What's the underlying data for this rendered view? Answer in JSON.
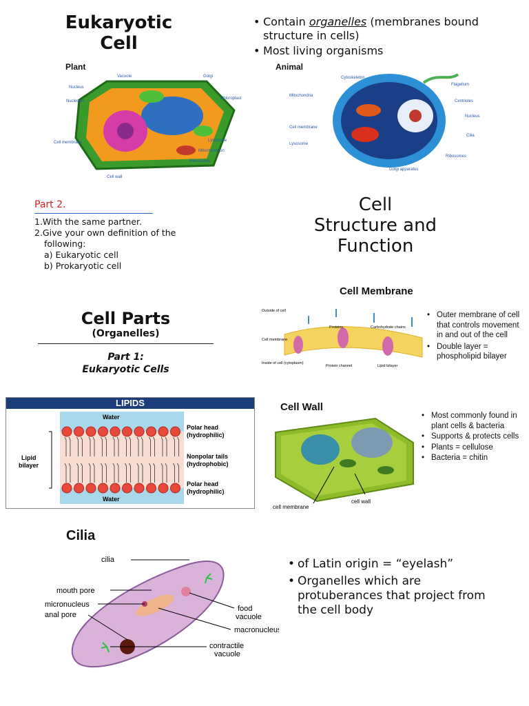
{
  "eukaryotic": {
    "title_line1": "Eukaryotic",
    "title_line2": "Cell",
    "bullets": [
      "Contain organelles (membranes bound structure in cells)",
      "Most living organisms"
    ],
    "plant_title": "Plant",
    "animal_title": "Animal",
    "plant_labels": [
      "Vacuole",
      "Golgi",
      "Nucleus",
      "Nucleolus",
      "Chloroplast",
      "Cell membrane",
      "Lysosome",
      "Mitochondrion",
      "Ribosomes",
      "Cell wall"
    ],
    "animal_labels": [
      "Cytoskeleton",
      "Flagellum",
      "Mitochondria",
      "Centrioles",
      "Nucleus",
      "Cell membrane",
      "Cilia",
      "Lysosome",
      "Ribosomes",
      "Golgi apparatus"
    ]
  },
  "part2": {
    "heading": "Part 2.",
    "line1": "1.With the same partner.",
    "line2": "2.Give your own definition of the",
    "line3": "following:",
    "item_a": "a)  Eukaryotic cell",
    "item_b": "b)  Prokaryotic cell"
  },
  "cell_structure": {
    "line1": "Cell",
    "line2": "Structure and",
    "line3": "Function"
  },
  "cell_parts": {
    "title": "Cell  Parts",
    "subtitle": "(Organelles)",
    "part": "Part 1:",
    "part_sub": "Eukaryotic Cells"
  },
  "membrane": {
    "title": "Cell Membrane",
    "bullets": [
      "Outer membrane of cell that controls movement in and out of the cell",
      "Double layer = phospholipid bilayer"
    ],
    "labels": [
      "Outside of cell",
      "Proteins",
      "Carbohydrate chains",
      "Cell membrane",
      "Inside of cell (cytoplasm)",
      "Protein channel",
      "Lipid bilayer"
    ]
  },
  "lipids": {
    "header": "LIPIDS",
    "water_top": "Water",
    "water_bottom": "Water",
    "lipid_label_1": "Lipid",
    "lipid_label_2": "bilayer",
    "polar_head_top_1": "Polar head",
    "polar_head_top_2": "(hydrophilic)",
    "nonpolar_1": "Nonpolar tails",
    "nonpolar_2": "(hydrophobic)",
    "polar_head_bot_1": "Polar head",
    "polar_head_bot_2": "(hydrophilic)"
  },
  "cell_wall": {
    "title": "Cell Wall",
    "bullets": [
      "Most commonly found in plant cells & bacteria",
      "Supports & protects cells",
      "Plants = cellulose",
      "Bacteria = chitin"
    ],
    "label_membrane": "cell membrane",
    "label_wall": "cell wall"
  },
  "cilia": {
    "title": "Cilia",
    "labels": {
      "cilia": "cilia",
      "mouth_pore": "mouth pore",
      "micronucleus": "micronucleus",
      "anal_pore": "anal pore",
      "food_vacuole_1": "food",
      "food_vacuole_2": "vacuole",
      "macronucleus": "macronucleus",
      "contractile_1": "contractile",
      "contractile_2": "vacuole"
    },
    "bullets": [
      "of Latin origin = “eyelash”",
      "Organelles which are protuberances that project from the cell body"
    ]
  }
}
